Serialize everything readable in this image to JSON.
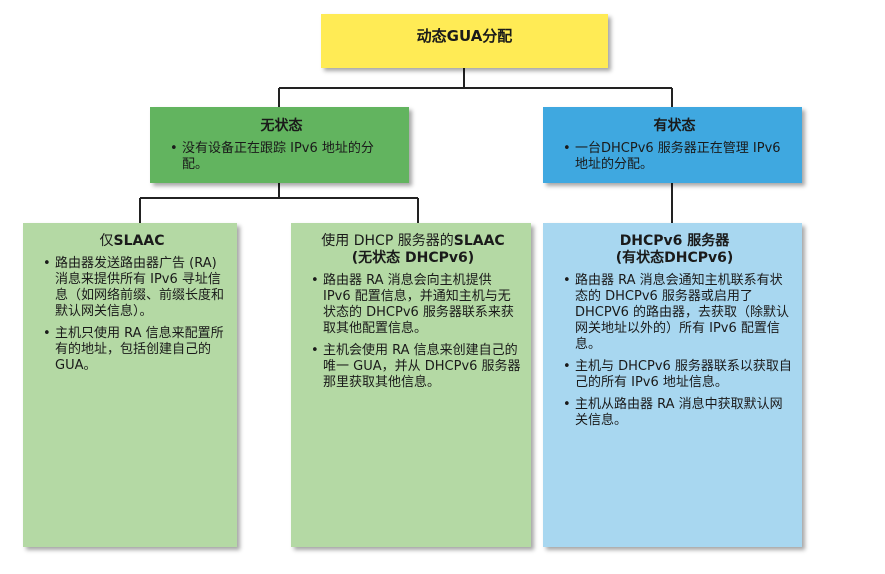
{
  "root": {
    "title": "动态GUA分配"
  },
  "stateless": {
    "title": "无状态",
    "bullets": [
      "没有设备正在跟踪 IPv6 地址的分配。"
    ]
  },
  "stateful": {
    "title": "有状态",
    "bullets": [
      "一台DHCPv6 服务器正在管理 IPv6 地址的分配。"
    ]
  },
  "slaac_only": {
    "title_prefix": "仅",
    "title_bold": "SLAAC",
    "bullets": [
      "路由器发送路由器广告 (RA) 消息来提供所有 IPv6 寻址信息（如网络前缀、前缀长度和默认网关信息）。",
      "主机只使用 RA 信息来配置所有的地址，包括创建自己的 GUA。"
    ]
  },
  "slaac_dhcp": {
    "title_prefix": "使用 DHCP 服务器的",
    "title_bold": "SLAAC",
    "subtitle": "(无状态 DHCPv6)",
    "bullets": [
      "路由器 RA 消息会向主机提供 IPv6 配置信息，并通知主机与无状态的 DHCPv6 服务器联系来获取其他配置信息。",
      "主机会使用 RA 信息来创建自己的唯一 GUA，并从 DHCPv6 服务器那里获取其他信息。"
    ]
  },
  "dhcpv6_server": {
    "title": "DHCPv6 服务器",
    "subtitle": "(有状态DHCPv6)",
    "bullets": [
      "路由器 RA 消息会通知主机联系有状态的 DHCPv6 服务器或启用了 DHCPV6 的路由器，去获取（除默认网关地址以外的）所有 IPv6 配置信息。",
      "主机与 DHCPv6 服务器联系以获取自己的所有 IPv6 地址信息。",
      "主机从路由器 RA 消息中获取默认网关信息。"
    ]
  },
  "colors": {
    "root": "#ffeb55",
    "stateless": "#62b45f",
    "stateful": "#3fa8e0",
    "stateless_leaf": "#b4d9a4",
    "stateful_leaf": "#a8d7f0"
  }
}
